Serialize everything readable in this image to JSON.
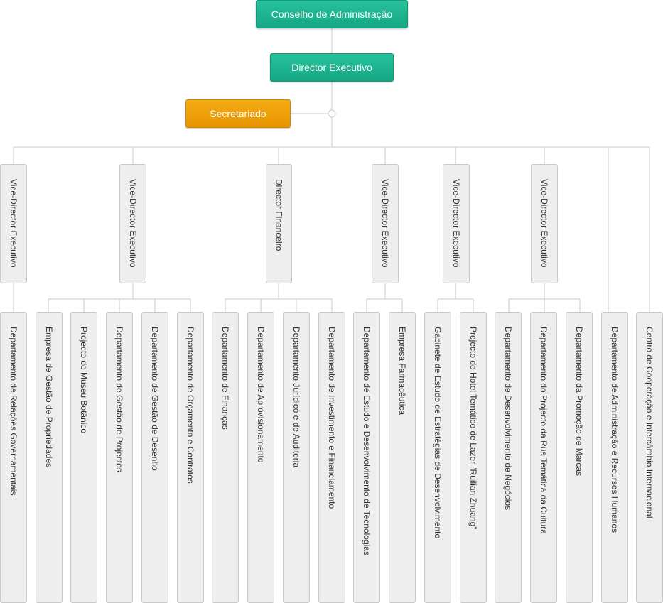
{
  "colors": {
    "green": "#1bb38f",
    "orange": "#f0a000",
    "connector": "#c8c8c8",
    "box_fill": "#eeeeee"
  },
  "nodes": {
    "board": "Conselho de Administração",
    "ceo": "Director Executivo",
    "secretariat": "Secretariado",
    "l2": [
      "Vice-Director Executivo",
      "Vice-Director Executivo",
      "Director Financeiro",
      "Vice-Director Executivo",
      "Vice-Director Executivo",
      "Vice-Director Executivo"
    ],
    "l3": [
      "Departamento de Relações Governamentais",
      "Empresa de Gestão de Propriedades",
      "Projecto do Museu Botânico",
      "Departamento de Gestão de Projectos",
      "Departamento de Gestão de Desenho",
      "Departamento de Orçamento e Contratos",
      "Departamento de Finanças",
      "Departamento de Aprovisionamento",
      "Departamento Jurídico e de Auditoria",
      "Departamento de Investimento e Financiamento",
      "Departamento de Estudo e Desenvolvimento de Tecnologias",
      "Empresa Farmacêutica",
      "Gabinete de Estudo de Estratégias de Desenvolvimento",
      "Projecto do Hotel Temático de Lazer “Ruilian Zhuang”",
      "Departamento de Desenvolvimento de Negócios",
      "Departamento do Projecto da Rua Temática da Cultura",
      "Departamento da Promoção de Marcas",
      "Departamento de Administração e Recursos Humanos",
      "Centro de Cooperação e Intercâmbio Internacional"
    ]
  }
}
